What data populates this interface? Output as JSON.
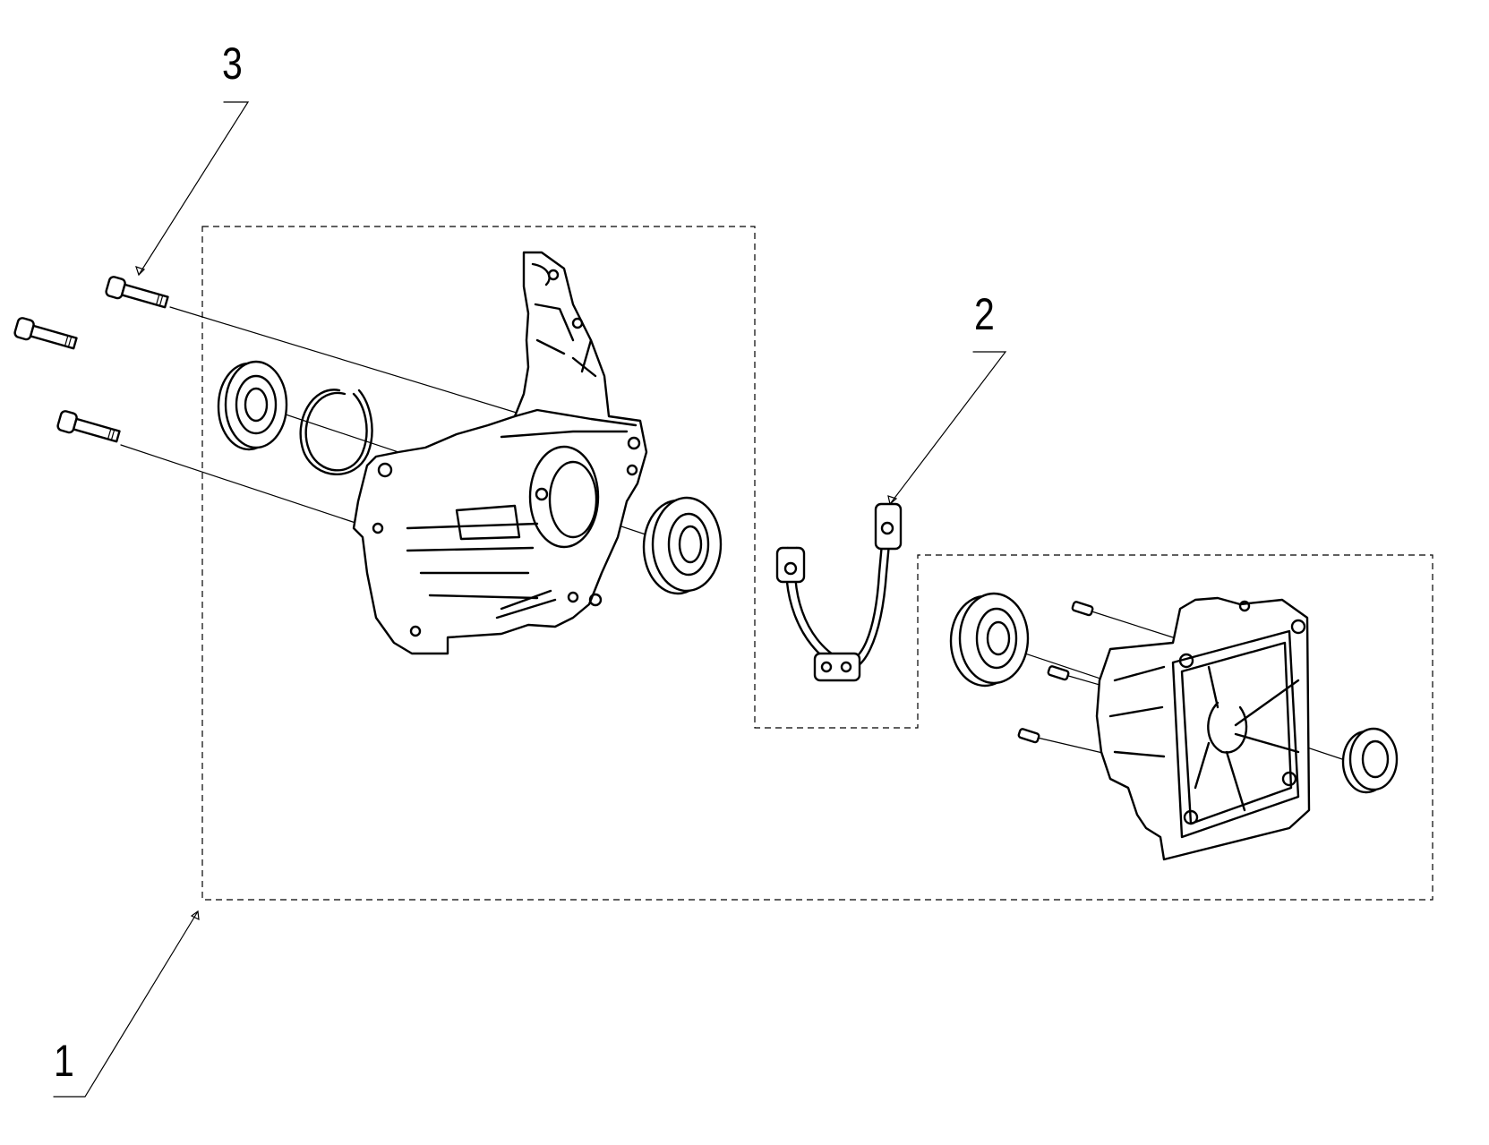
{
  "diagram": {
    "callouts": [
      {
        "id": "1",
        "label": "1"
      },
      {
        "id": "2",
        "label": "2"
      },
      {
        "id": "3",
        "label": "3"
      }
    ],
    "colors": {
      "ink": "#000000",
      "background": "#ffffff"
    },
    "parts": [
      {
        "name": "screw-icon"
      },
      {
        "name": "ball-bearing-icon"
      },
      {
        "name": "circlip-icon"
      },
      {
        "name": "crankcase-half-icon"
      },
      {
        "name": "gasket-icon"
      },
      {
        "name": "dowel-pin-icon"
      },
      {
        "name": "oil-seal-icon"
      }
    ]
  }
}
